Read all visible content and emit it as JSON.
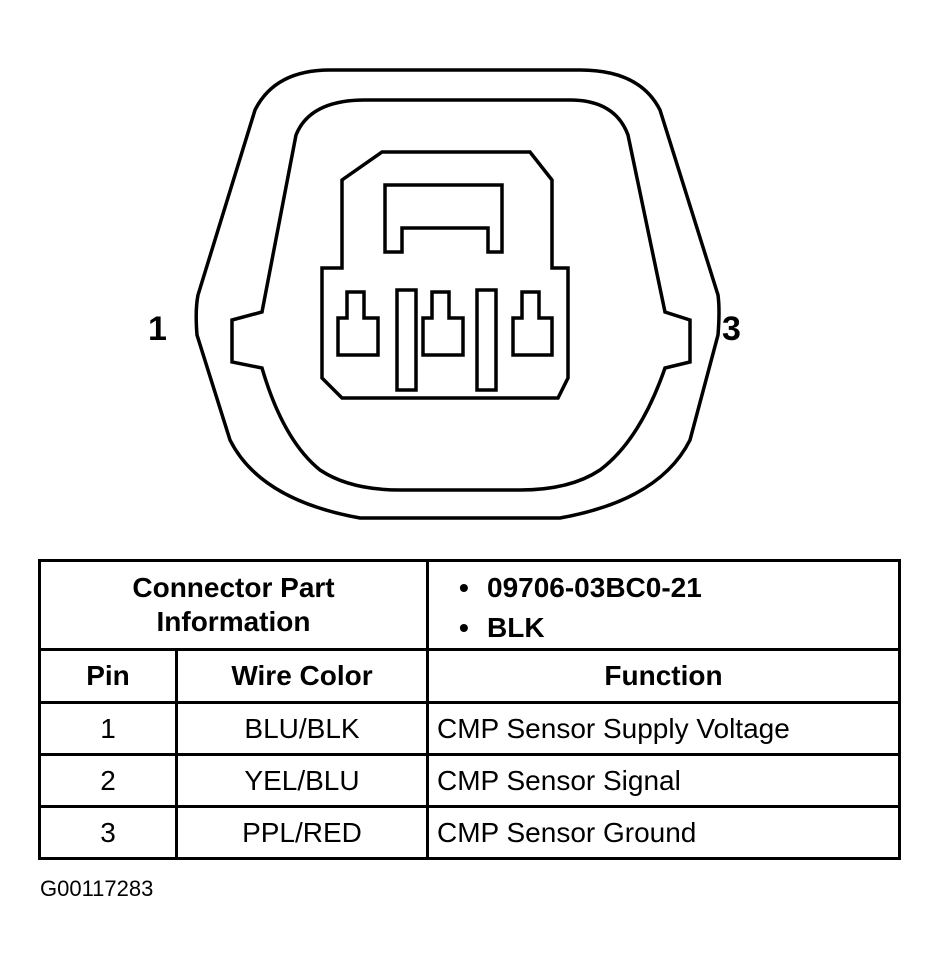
{
  "pin_labels": {
    "left": "1",
    "right": "3"
  },
  "connector_info": {
    "label_line1": "Connector Part",
    "label_line2": "Information",
    "part_number": "09706-03BC0-21",
    "color": "BLK"
  },
  "table": {
    "headers": {
      "pin": "Pin",
      "wire_color": "Wire Color",
      "function": "Function"
    },
    "rows": [
      {
        "pin": "1",
        "wire_color": "BLU/BLK",
        "function": "CMP Sensor Supply Voltage"
      },
      {
        "pin": "2",
        "wire_color": "YEL/BLU",
        "function": "CMP Sensor Signal"
      },
      {
        "pin": "3",
        "wire_color": "PPL/RED",
        "function": "CMP Sensor Ground"
      }
    ]
  },
  "figure_id": "G00117283"
}
